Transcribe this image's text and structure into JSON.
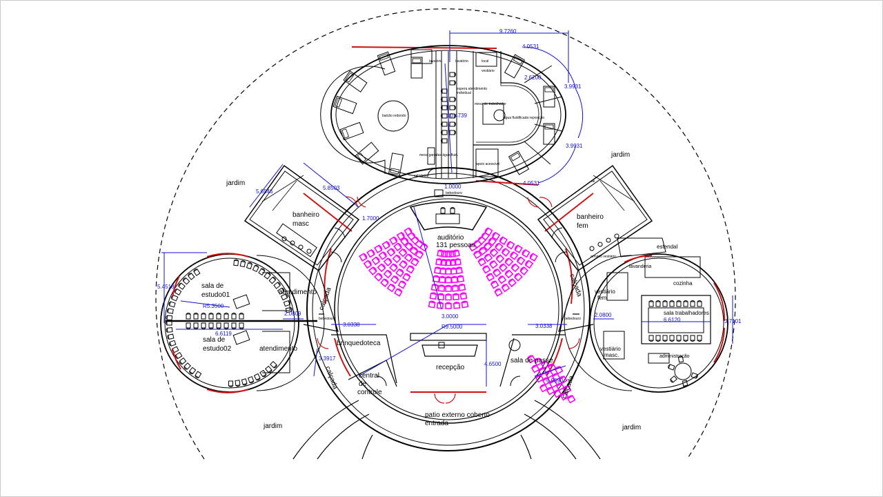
{
  "colors": {
    "wall": "#000000",
    "dimension": "#1010d0",
    "seat": "#ff00ff",
    "door": "#d01010",
    "background": "#ffffff"
  },
  "labels": {
    "jardim_tl": "jardim",
    "jardim_tr": "jardim",
    "jardim_bl": "jardim",
    "jardim_br": "jardim",
    "banheiro_masc_1": "banheiro",
    "banheiro_masc_2": "masc",
    "banheiro_fem_1": "banheiro",
    "banheiro_fem_2": "fem",
    "auditorio_1": "auditório",
    "auditorio_2": "131 pessoas",
    "sala_estudo01_1": "sala de",
    "sala_estudo01_2": "estudo01",
    "sala_estudo02_1": "sala de",
    "sala_estudo02_2": "estudo02",
    "atendimento_1": "atendimento",
    "atendimento_2": "atendimento",
    "calcada_l": "calçada",
    "calcada_r": "calçada",
    "calcada_bl": "calçada",
    "calcada_br": "calçada",
    "brinquedoteca": "brinquedoteca",
    "central_1": "central",
    "central_2": "de",
    "central_3": "controle",
    "recepcao": "recepção",
    "sala_passe": "sala de passe",
    "patio_1": "patio externo coberto",
    "patio_2": "entrada",
    "estendal": "estendal",
    "cozinha": "cozinha",
    "sala_trabalhadores": "sala trabalhadores",
    "vestiario_fem_1": "vestiário",
    "vestiario_fem_2": "fem",
    "vestiario_masc_1": "vestiário",
    "vestiario_masc_2": "masc.",
    "administracao": "administração",
    "lavanderia": "lavanderia",
    "bebedouro_top": "bebedouro",
    "bebedouro_l": "bebedouro",
    "bebedouro_r": "bebedouro",
    "lavatorio_1": "lavatório",
    "lavatorio_2": "lavatório",
    "balcao": "balcão redondo",
    "mesa_trab": "mesa de trabalhador",
    "agua": "água fluidificada reposição",
    "apoio": "apoio acessível",
    "espera_1": "espera atendimento",
    "espera_2": "individual",
    "mesa_garrafas": "mesa garrafas água fluid.",
    "cabideiro": "cabideiro",
    "armario": "armário vestiário",
    "vestiario_small": "vestiário",
    "local_pnx": "local",
    "local_pnx2": "de"
  },
  "dimensions": {
    "d_9726": "9.7260",
    "d_4053a": "4.0531",
    "d_2620": "2.6200",
    "d_3993a": "3.9931",
    "d_3993b": "3.9931",
    "d_4053b": "4.0531",
    "d_10473": "10.4739",
    "d_1000": "1.0000",
    "d_5654": "5.6546",
    "d_5850": "5.8503",
    "d_1700": "1.7000",
    "d_5451": "5.4518",
    "d_r535": "R5.3500",
    "d_2080a": "2.0809",
    "d_6611": "6.6119",
    "d_3033a": "3.0338",
    "d_r95": "R9.5000",
    "d_3033b": "3.0338",
    "d_3391": "3.3917",
    "d_4650": "4.6500",
    "d_6989": "6.9890",
    "d_2080b": "2.0800",
    "d_6612": "6.6120",
    "d_3710": "3.7101",
    "d_3000": "3.0000"
  }
}
